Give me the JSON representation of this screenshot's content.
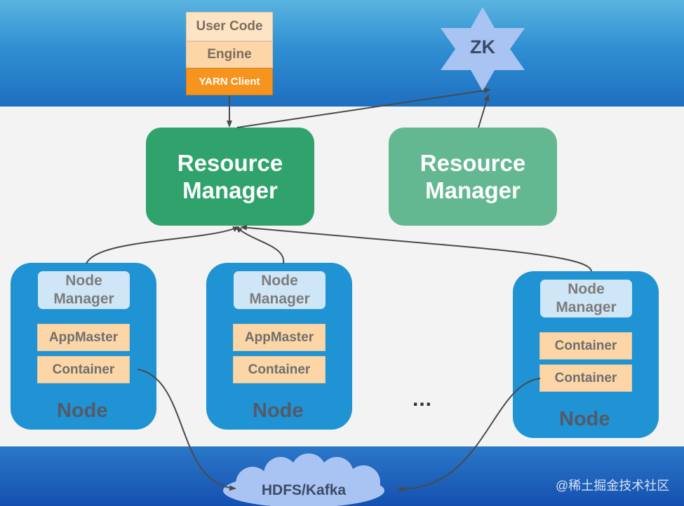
{
  "client": {
    "user_code": "User Code",
    "engine": "Engine",
    "yarn_client": "YARN Client"
  },
  "zk": {
    "label": "ZK"
  },
  "resource_managers": {
    "active": "Resource Manager",
    "standby": "Resource Manager"
  },
  "nodes": [
    {
      "manager": "Node Manager",
      "slot_a": "AppMaster",
      "slot_b": "Container",
      "label": "Node"
    },
    {
      "manager": "Node Manager",
      "slot_a": "AppMaster",
      "slot_b": "Container",
      "label": "Node"
    },
    {
      "manager": "Node Manager",
      "slot_a": "Container",
      "slot_b": "Container",
      "label": "Node"
    }
  ],
  "ellipsis": "...",
  "storage": {
    "label": "HDFS/Kafka"
  },
  "watermark": "@稀土掘金技术社区",
  "colors": {
    "rm_active": "#2fa36b",
    "rm_standby": "#63b891",
    "node": "#1f93d4",
    "zk": "#a9c4f2",
    "cloud": "#a9c4f2",
    "yarn_client": "#f7941d"
  }
}
